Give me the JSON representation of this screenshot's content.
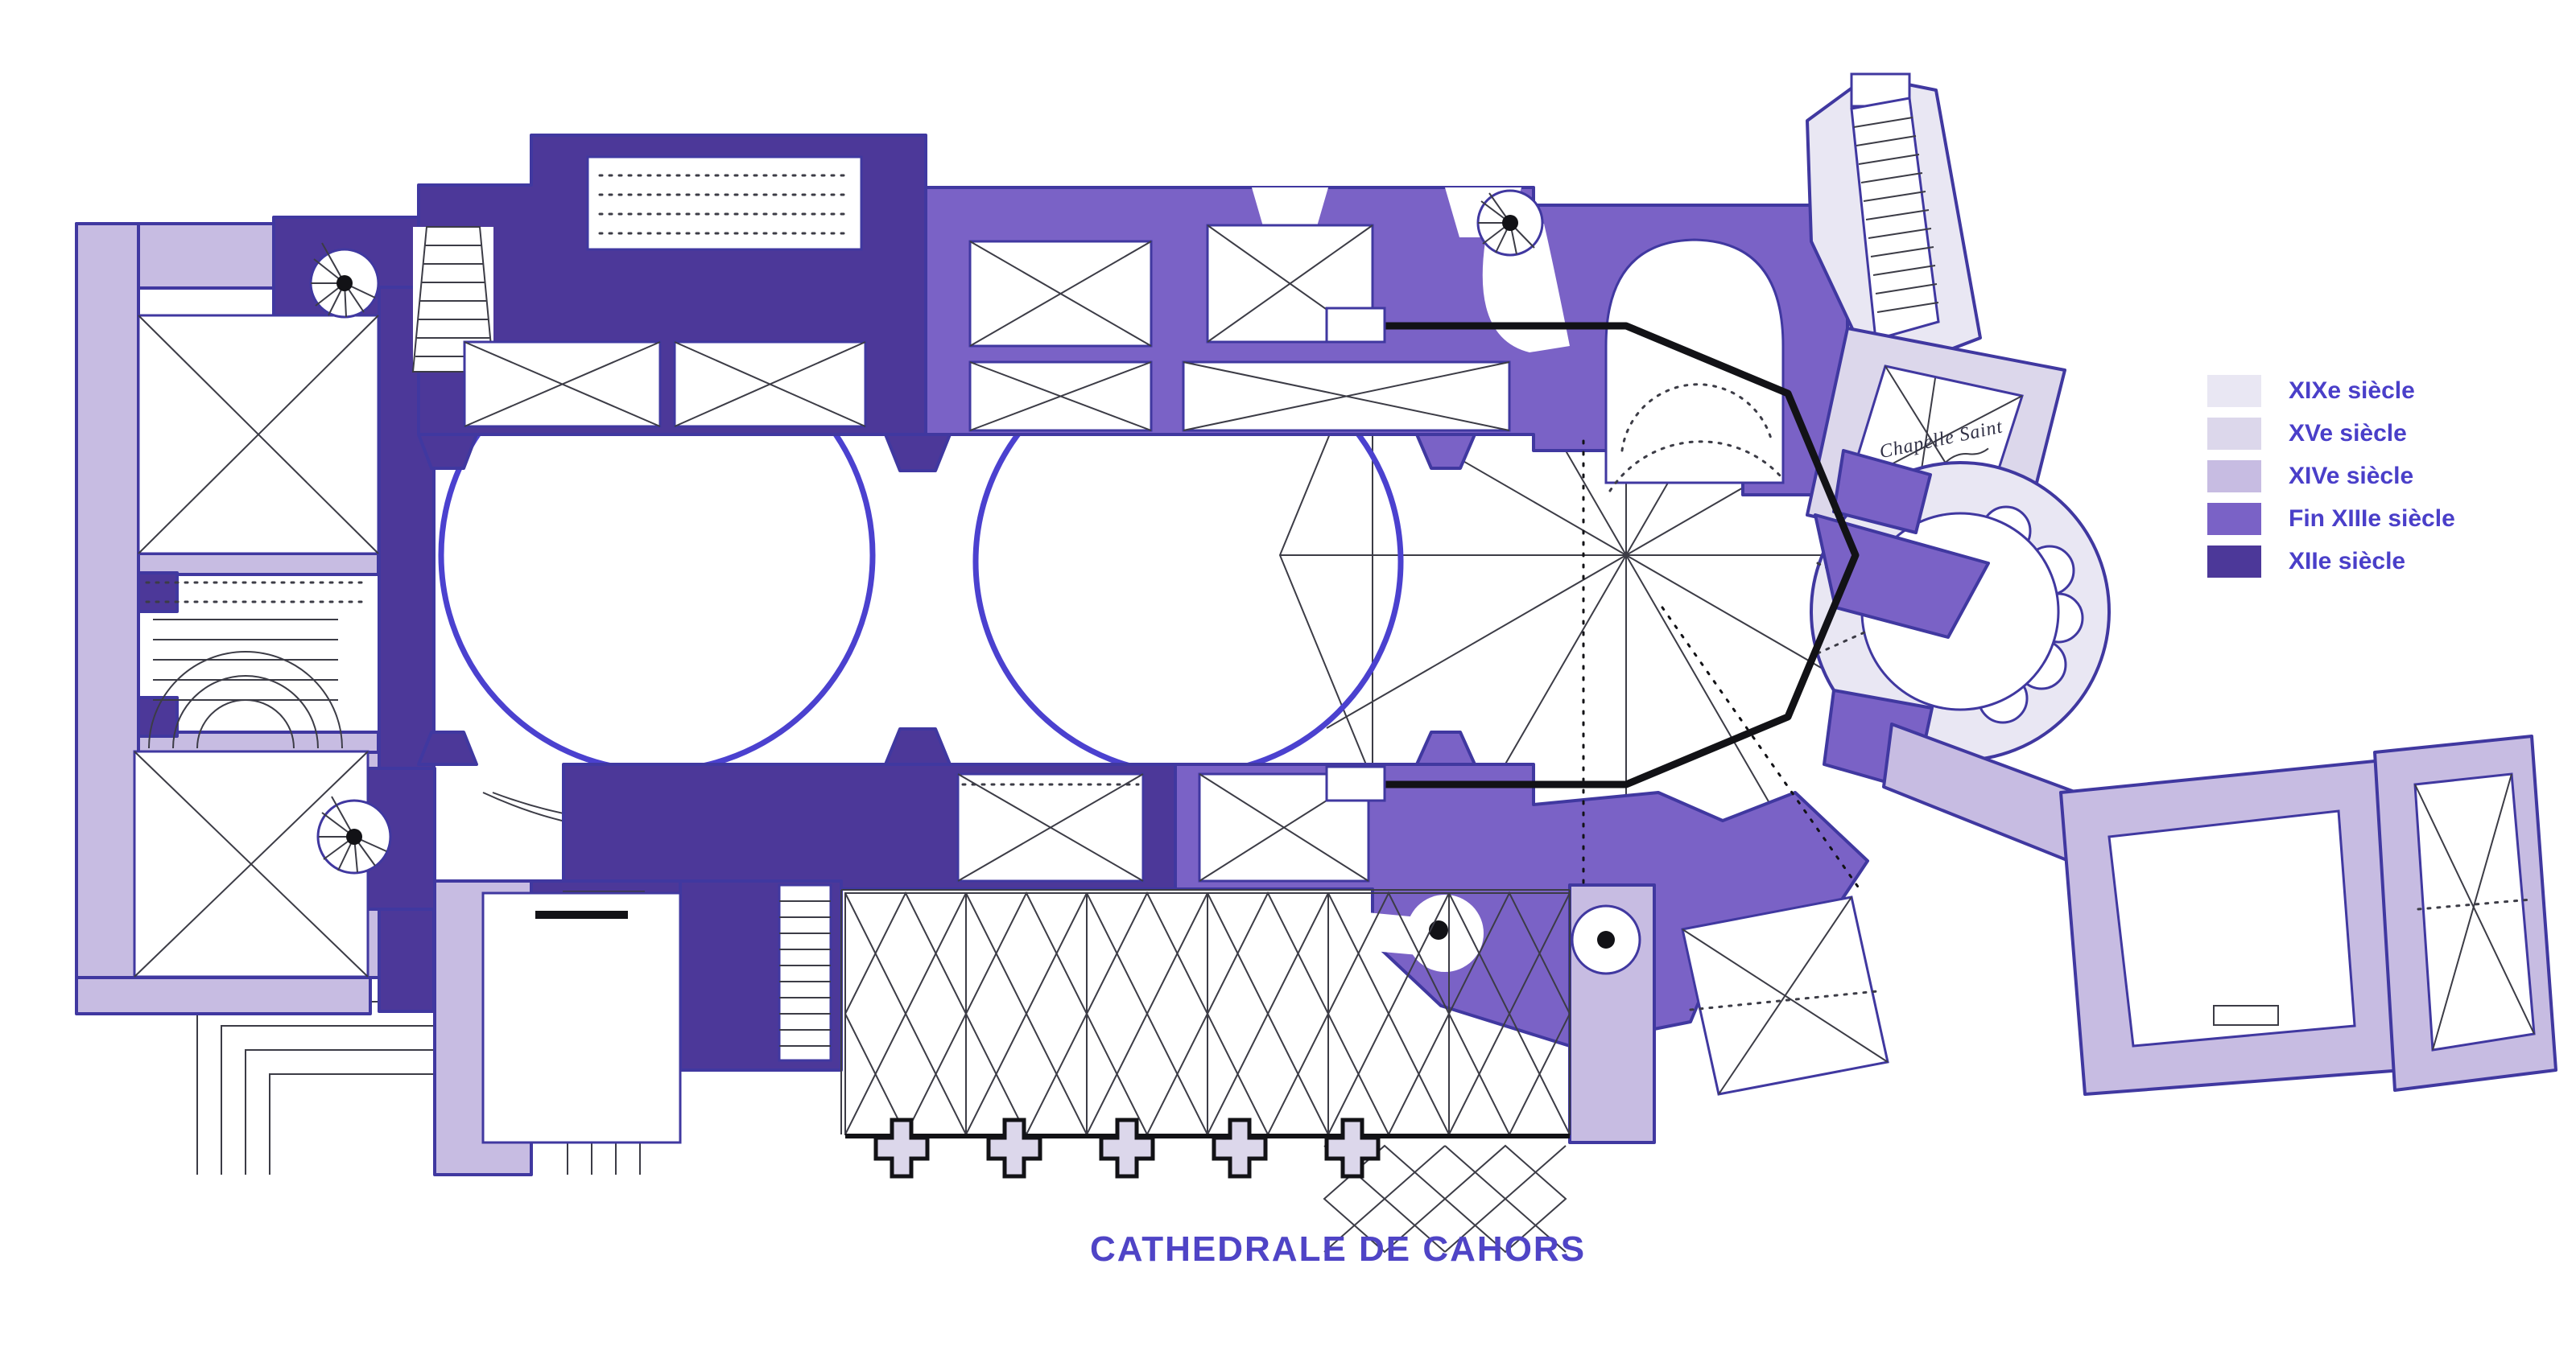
{
  "title": "CATHEDRALE DE CAHORS",
  "legend": {
    "items": [
      {
        "label": "XIXe siècle",
        "color": "#e9e7f3"
      },
      {
        "label": "XVe siècle",
        "color": "#dcd7eb"
      },
      {
        "label": "XIVe siècle",
        "color": "#c7bce2"
      },
      {
        "label": "Fin XIIIe siècle",
        "color": "#7a62c6"
      },
      {
        "label": "XIIe siècle",
        "color": "#4c3899"
      }
    ]
  },
  "plan": {
    "chapel_annotation": "Chapelle Saint"
  },
  "colors": {
    "background": "#ffffff",
    "accent_text": "#4a3fc9",
    "title_text": "#4f44c6",
    "wall_outline": "#4038a0",
    "dome_line": "#4b41cf",
    "detail_line": "#3c3c46",
    "section_line": "#121216",
    "xix": "#e9e7f3",
    "xv": "#dcd7eb",
    "xiv": "#c7bce2",
    "fin_xiii": "#7a62c6",
    "xii": "#4c3899"
  }
}
